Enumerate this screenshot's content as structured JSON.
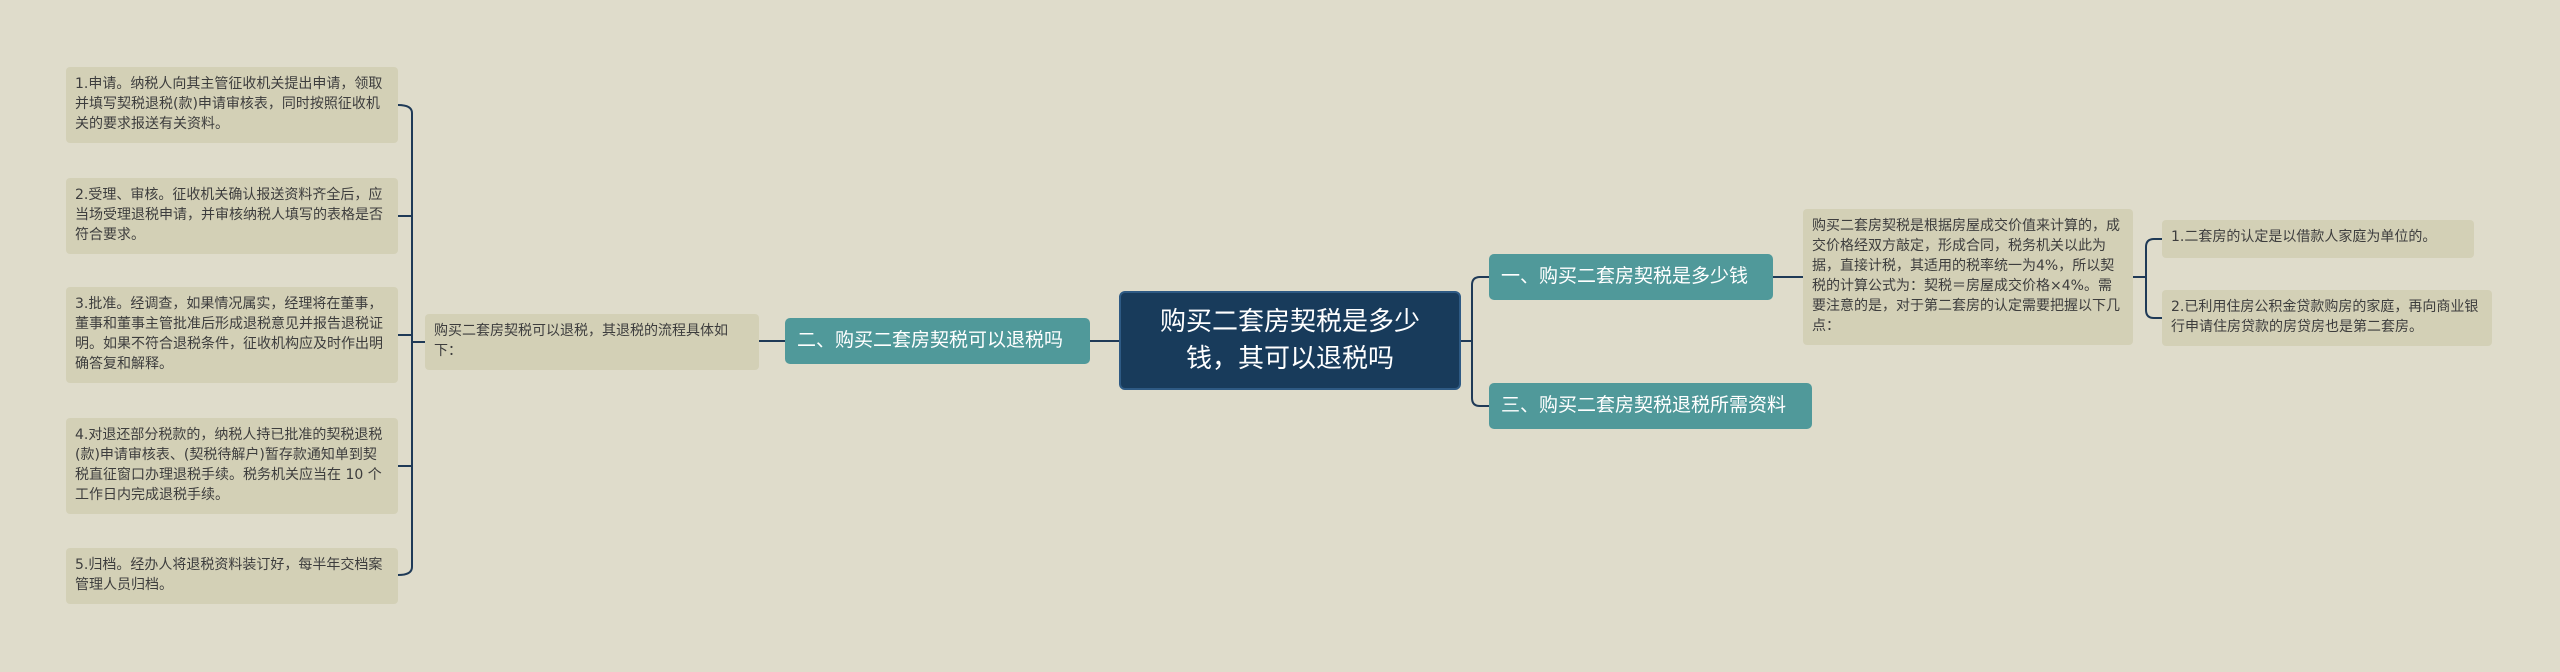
{
  "root": {
    "title": "购买二套房契税是多少钱，其可以退税吗"
  },
  "branches": [
    {
      "label": "一、购买二套房契税是多少钱",
      "intro": "购买二套房契税是根据房屋成交价值来计算的，成交价格经双方敲定，形成合同，税务机关以此为据，直接计税，其适用的税率统一为4%，所以契税的计算公式为：契税＝房屋成交价格×4%。需要注意的是，对于第二套房的认定需要把握以下几点：",
      "items": [
        "1.二套房的认定是以借款人家庭为单位的。",
        "2.已利用住房公积金贷款购房的家庭，再向商业银行申请住房贷款的房贷房也是第二套房。"
      ]
    },
    {
      "label": "二、购买二套房契税可以退税吗",
      "intro": "购买二套房契税可以退税，其退税的流程具体如下：",
      "items": [
        "1.申请。纳税人向其主管征收机关提出申请，领取并填写契税退税(款)申请审核表，同时按照征收机关的要求报送有关资料。",
        "2.受理、审核。征收机关确认报送资料齐全后，应当场受理退税申请，并审核纳税人填写的表格是否符合要求。",
        "3.批准。经调查，如果情况属实，经理将在董事，董事和董事主管批准后形成退税意见并报告退税证明。如果不符合退税条件，征收机构应及时作出明确答复和解释。",
        "4.对退还部分税款的，纳税人持已批准的契税退税(款)申请审核表、(契税待解户)暂存款通知单到契税直征窗口办理退税手续。税务机关应当在 10 个工作日内完成退税手续。",
        "5.归档。经办人将退税资料装订好，每半年交档案管理人员归档。"
      ]
    },
    {
      "label": "三、购买二套房契税退税所需资料"
    }
  ],
  "colors": {
    "background": "#dfdccb",
    "root_fill": "#183b5b",
    "branch_fill": "#50999a",
    "leaf_fill": "#d3d0b6",
    "connector": "#1f3a57"
  }
}
